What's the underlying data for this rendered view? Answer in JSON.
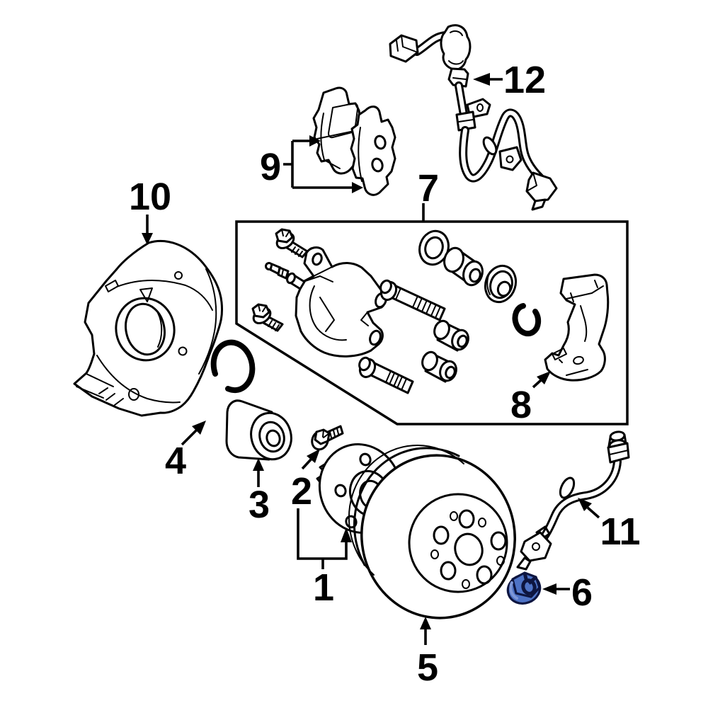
{
  "figure": {
    "type": "exploded-parts-diagram",
    "subject": "front disc brake assembly",
    "background_color": "#ffffff",
    "line_color": "#000000",
    "highlight_fill": "#4e73c6",
    "highlight_stroke": "#0d1540",
    "highlighted_callout": "6"
  },
  "callouts": {
    "c1": "1",
    "c2": "2",
    "c3": "3",
    "c4": "4",
    "c5": "5",
    "c6": "6",
    "c7": "7",
    "c8": "8",
    "c9": "9",
    "c10": "10",
    "c11": "11",
    "c12": "12"
  }
}
